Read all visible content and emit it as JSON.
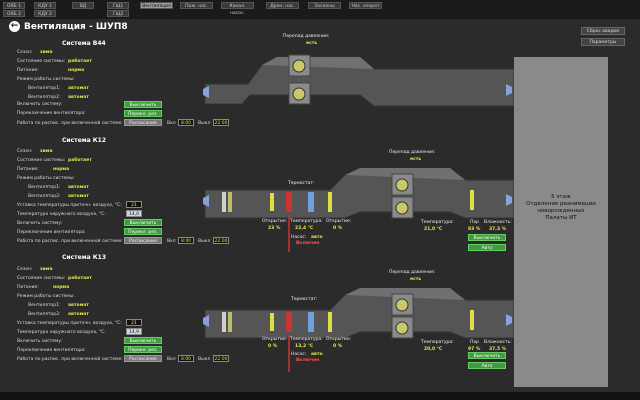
{
  "tabs_row1": [
    "ОЯБ 1",
    "КДУ 1",
    "ВД",
    "ГЩ1",
    "Вентиляция",
    "Пож. нас.",
    "Канал. насос.",
    "Дрен. нас.",
    "Заслоны",
    "Нас. хлорат"
  ],
  "tabs_row2": [
    "ОЯБ 2",
    "КДУ 2",
    "",
    "ГЩ2"
  ],
  "active_tab": "Вентиляция",
  "page_title": "Вентиляция - ШУП8",
  "top_buttons": {
    "reset_alarm": "Сброс аварии",
    "parameters": "Параметры"
  },
  "room_label": "5 этаж\nОтделение реанимации\nноворожденных\nПалаты ИТ",
  "systems": [
    {
      "name": "Система В44",
      "season_label": "Сезон:",
      "season": "зима",
      "state_label": "Состояние системы:",
      "state": "работает",
      "power_label": "Питание:",
      "power": "норма",
      "fan_mode_label": "Режим работы системы:",
      "fan1_label": "Вентилятор1:",
      "fan1": "автомат",
      "fan2_label": "Вентилятор2:",
      "fan2": "автомат",
      "enable_label": "Включить систему:",
      "enable_btn": "Выключить",
      "switch_label": "Переключение вентилятора:",
      "switch_btn": "Перекл. рез.",
      "schedule_label": "Работа по распис. при включенной системе:",
      "schedule_btn": "Расписание",
      "on_label": "Вкл",
      "on_time": "8:00",
      "off_label": "Выкл",
      "off_time": "22:00",
      "pressure_label": "Перепад давления:",
      "pressure": "есть"
    },
    {
      "name": "Система К12",
      "season_label": "Сезон:",
      "season": "зима",
      "state_label": "Состояние системы:",
      "state": "работает",
      "power_label": "Питание:",
      "power": "норма",
      "fan_mode_label": "Режим работы системы:",
      "fan1_label": "Вентилятор1:",
      "fan1": "автомат",
      "fan2_label": "Вентилятор2:",
      "fan2": "автомат",
      "setpoint_label": "Уставка температуры  приточн. воздуха, °С:",
      "setpoint": "21",
      "outdoor_label": "Температура наружного воздуха, °С:",
      "outdoor": "14,0",
      "enable_label": "Включить систему:",
      "enable_btn": "Выключить",
      "switch_label": "Переключение вентилятора:",
      "switch_btn": "Перекл. рез.",
      "schedule_label": "Работа по распис. при включенной системе:",
      "schedule_btn": "Расписание",
      "on_label": "Вкл",
      "on_time": "8:00",
      "off_label": "Выкл",
      "off_time": "22:00",
      "pressure_label": "Перепад давления:",
      "pressure": "есть",
      "thermostat_label": "Термостат:",
      "open1_label": "Открытие:",
      "open1": "23 %",
      "temp1_label": "Температура:",
      "temp1": "22,4 °С",
      "open2_label": "Открытие:",
      "open2": "0 %",
      "pump_label": "Насос:",
      "pump_mode": "авто",
      "pump_state": "Включен",
      "supply_temp_label": "Температура:",
      "supply_temp": "21,0 °С",
      "steam_label": "Пар",
      "steam": "83 %",
      "humidity_label": "Влажность:",
      "humidity": "37,3 %",
      "hum_btn": "Выключить",
      "hum_auto": "Авто"
    },
    {
      "name": "Система К13",
      "season_label": "Сезон:",
      "season": "зима",
      "state_label": "Состояние системы:",
      "state": "работает",
      "power_label": "Питание:",
      "power": "норма",
      "fan_mode_label": "Режим работы системы:",
      "fan1_label": "Вентилятор1:",
      "fan1": "автомат",
      "fan2_label": "Вентилятор2:",
      "fan2": "автомат",
      "setpoint_label": "Уставка температуры  приточн. воздуха, °С:",
      "setpoint": "21",
      "outdoor_label": "Температура наружного воздуха, °С:",
      "outdoor": "14,9",
      "enable_label": "Включить систему:",
      "enable_btn": "Выключить",
      "switch_label": "Переключение вентилятора:",
      "switch_btn": "Перекл. рез.",
      "schedule_label": "Работа по распис. при включенной системе:",
      "schedule_btn": "Расписание",
      "on_label": "Вкл",
      "on_time": "8:00",
      "off_label": "Выкл",
      "off_time": "22:00",
      "pressure_label": "Перепад давления:",
      "pressure": "есть",
      "thermostat_label": "Термостат:",
      "open1_label": "Открытие:",
      "open1": "0 %",
      "temp1_label": "Температура:",
      "temp1": "13,2 °С",
      "open2_label": "Открытие:",
      "open2": "0 %",
      "pump_label": "Насос:",
      "pump_mode": "авто",
      "pump_state": "Включен",
      "supply_temp_label": "Температура:",
      "supply_temp": "20,0 °С",
      "steam_label": "Пар",
      "steam": "97 %",
      "humidity_label": "Влажность:",
      "humidity": "37,5 %",
      "hum_btn": "Выключить",
      "hum_auto": "Авто"
    }
  ],
  "colors": {
    "background": "#2b2b2b",
    "duct": "#5a5a5a",
    "value_yellow": "#e8e84a",
    "button_green": "#3f9b3f",
    "alarm_red": "#ff5050",
    "room_gray": "#8a8a8a"
  }
}
